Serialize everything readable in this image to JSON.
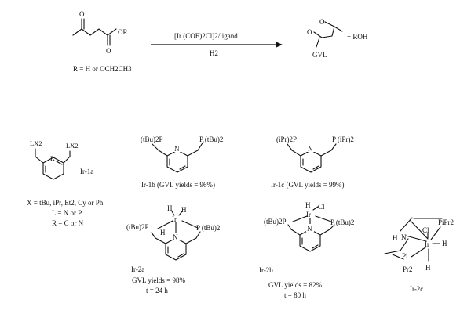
{
  "reaction": {
    "substituent": "OR",
    "carbonyl_o1": "O",
    "carbonyl_o2": "O",
    "catalyst": "[Ir (COE)2Cl]2/ligand",
    "gas": "H2",
    "ring_o": "O",
    "ring_carbonyl_o": "O",
    "product": "GVL",
    "byproduct": "+ ROH",
    "r_definition": "R = H or OCH2CH3"
  },
  "ligands": {
    "ir1a": {
      "lx_left": "LX2",
      "lx_right": "LX2",
      "r_label": "R",
      "label": "Ir-1a",
      "def_x": "X = tBu, iPr, Et2, Cy or Ph",
      "def_l": "L = N or P",
      "def_r": "R = C or N"
    },
    "ir1b": {
      "left_group": "(tBu)2P",
      "right_group": "P (tBu)2",
      "n_label": "N",
      "caption": "Ir-1b (GVL yields = 96%)"
    },
    "ir1c": {
      "left_group": "(iPr)2P",
      "right_group": "P (iPr)2",
      "n_label": "N",
      "caption": "Ir-1c (GVL yields = 99%)"
    },
    "ir2a": {
      "h1": "H",
      "h2": "H",
      "ir": "Ir",
      "h3": "H",
      "n_label": "N",
      "left_group": "(tBu)2P",
      "right_group": "P (tBu)2",
      "label": "Ir-2a",
      "yield": "GVL yields = 98%",
      "time": "t = 24 h"
    },
    "ir2b": {
      "h": "H",
      "cl": "Cl",
      "ir": "Ir",
      "n_label": "N",
      "left_group": "(tBu)2P",
      "right_group": "P (tBu)2",
      "label": "Ir-2b",
      "yield": "GVL yields = 82%",
      "time": "t = 80 h"
    },
    "ir2c": {
      "cl": "Cl",
      "p_top": "PiPr2",
      "nh": "H",
      "n": "N",
      "ir": "Ir",
      "h_right": "H",
      "p_bottom": "Pi",
      "pr2": "Pr2",
      "h_bottom": "H",
      "label": "Ir-2c"
    }
  }
}
